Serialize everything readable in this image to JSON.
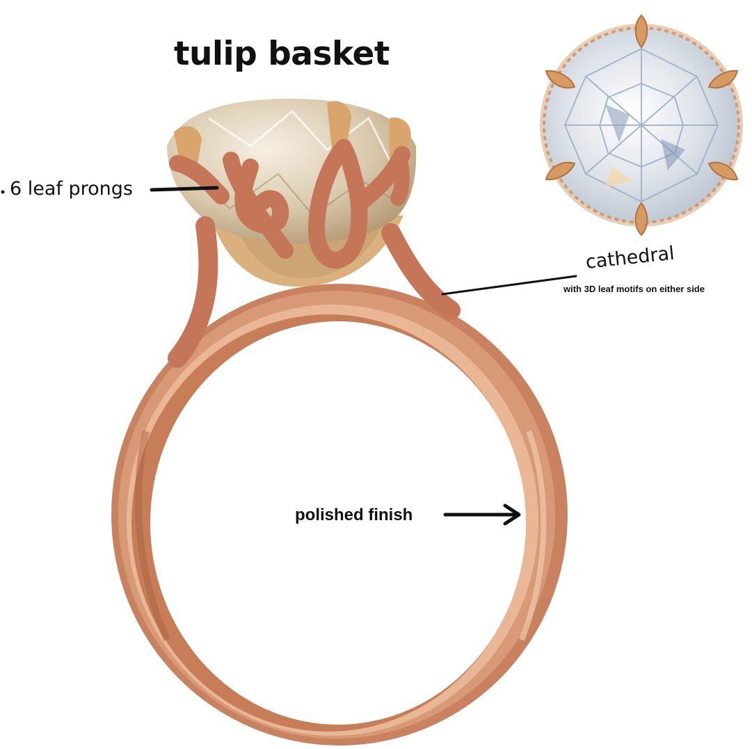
{
  "title": "tulip basket",
  "annotations": {
    "prongs": "6 leaf prongs",
    "cathedral": "cathedral",
    "cathedral_detail": "with 3D leaf motifs on either side",
    "finish": "polished finish"
  },
  "colors": {
    "rose_gold": "#c9825f",
    "rose_gold_dark": "#9c5535",
    "rose_gold_light": "#e7b08c",
    "drawn_prong": "#c57658",
    "diamond": "#dcdcdc",
    "diamond_blue": "#c8d6e8",
    "ink": "#111111"
  },
  "icons": [
    "ring-illustration",
    "diamond-top-view",
    "arrow-right-icon"
  ]
}
